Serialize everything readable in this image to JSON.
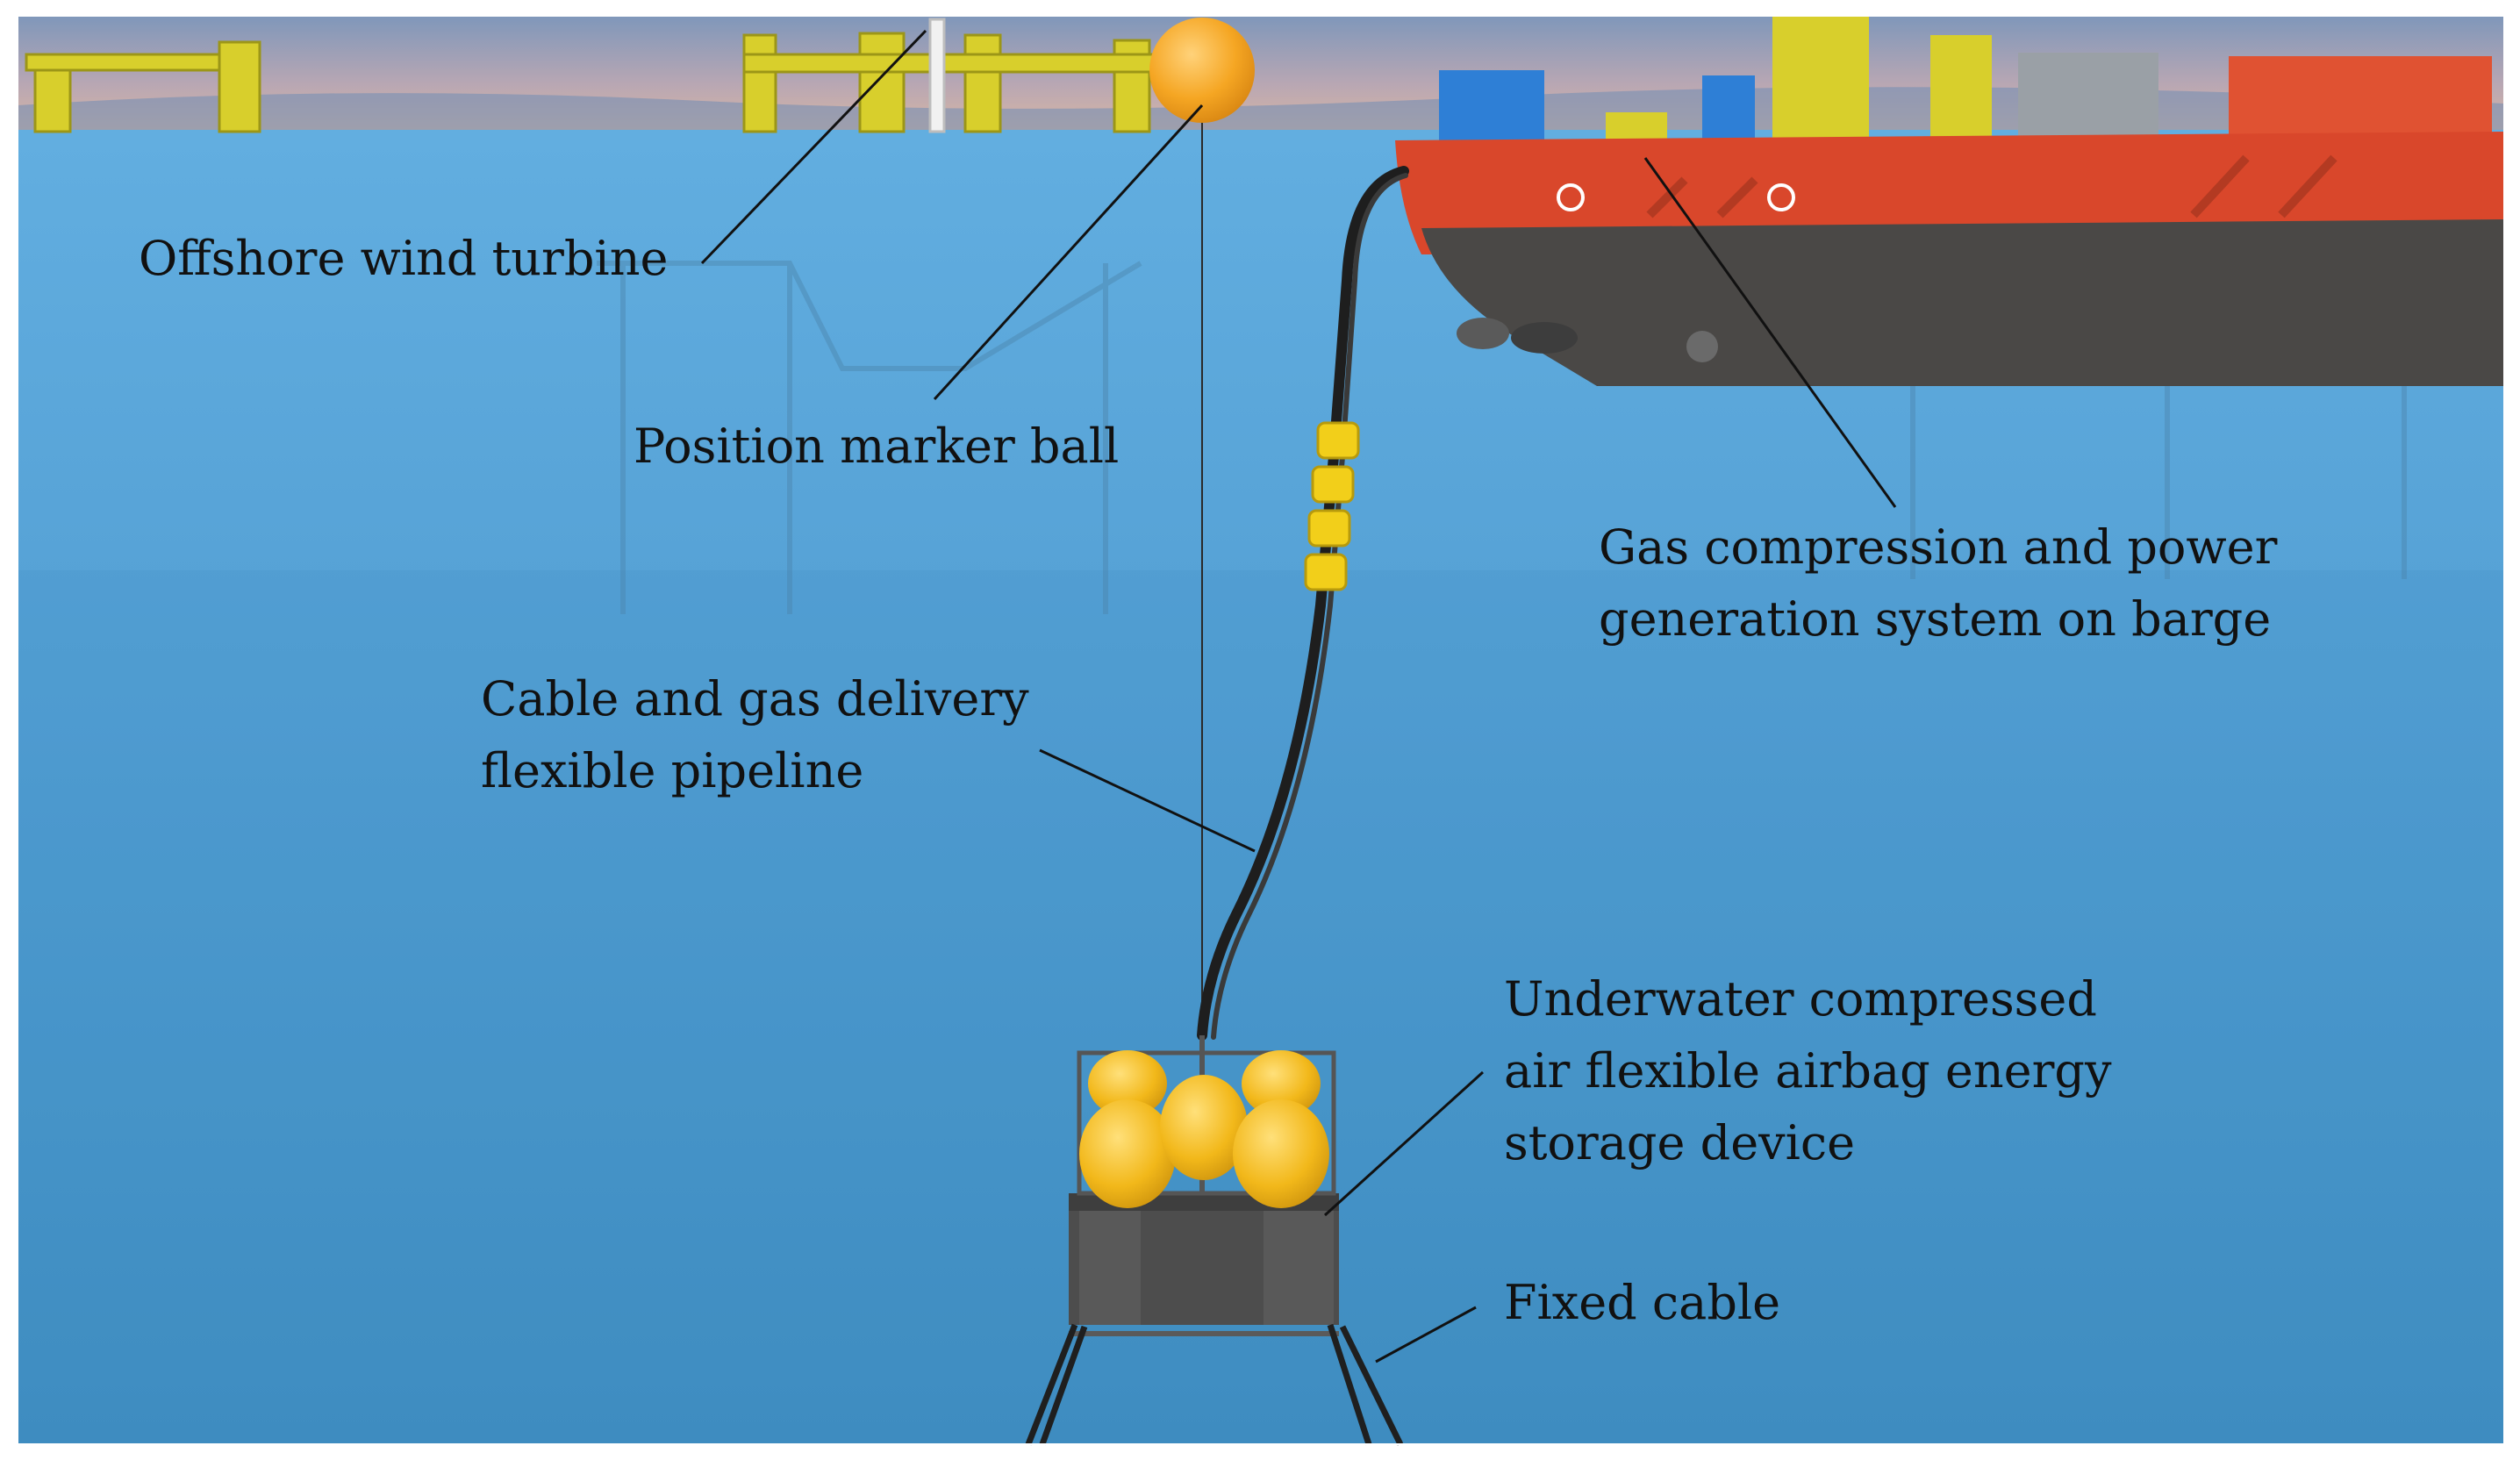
{
  "labels": {
    "wind_turbine": "Offshore wind turbine",
    "marker_ball": "Position marker ball",
    "pipeline": [
      "Cable and gas delivery",
      "flexible pipeline"
    ],
    "barge": [
      "Gas compression and power",
      "generation system on barge"
    ],
    "storage": [
      "Underwater compressed",
      "air flexible airbag energy",
      "storage device"
    ],
    "fixed_cable": "Fixed cable"
  },
  "colors": {
    "sky_top": "#8a9fbf",
    "sky_horizon": "#d6b4a4",
    "sea_top": "#5fa8dc",
    "sea_deep": "#3f8fc4",
    "structure_yellow": "#d8cf2c",
    "buoy_orange": "#f5a623",
    "ship_red": "#d9472b",
    "ship_hull": "#4a4846",
    "airbag_yellow": "#f2b81a",
    "frame_gray": "#4d4d4d",
    "pipe_black": "#1e1e1e",
    "leader_line": "#111111"
  }
}
